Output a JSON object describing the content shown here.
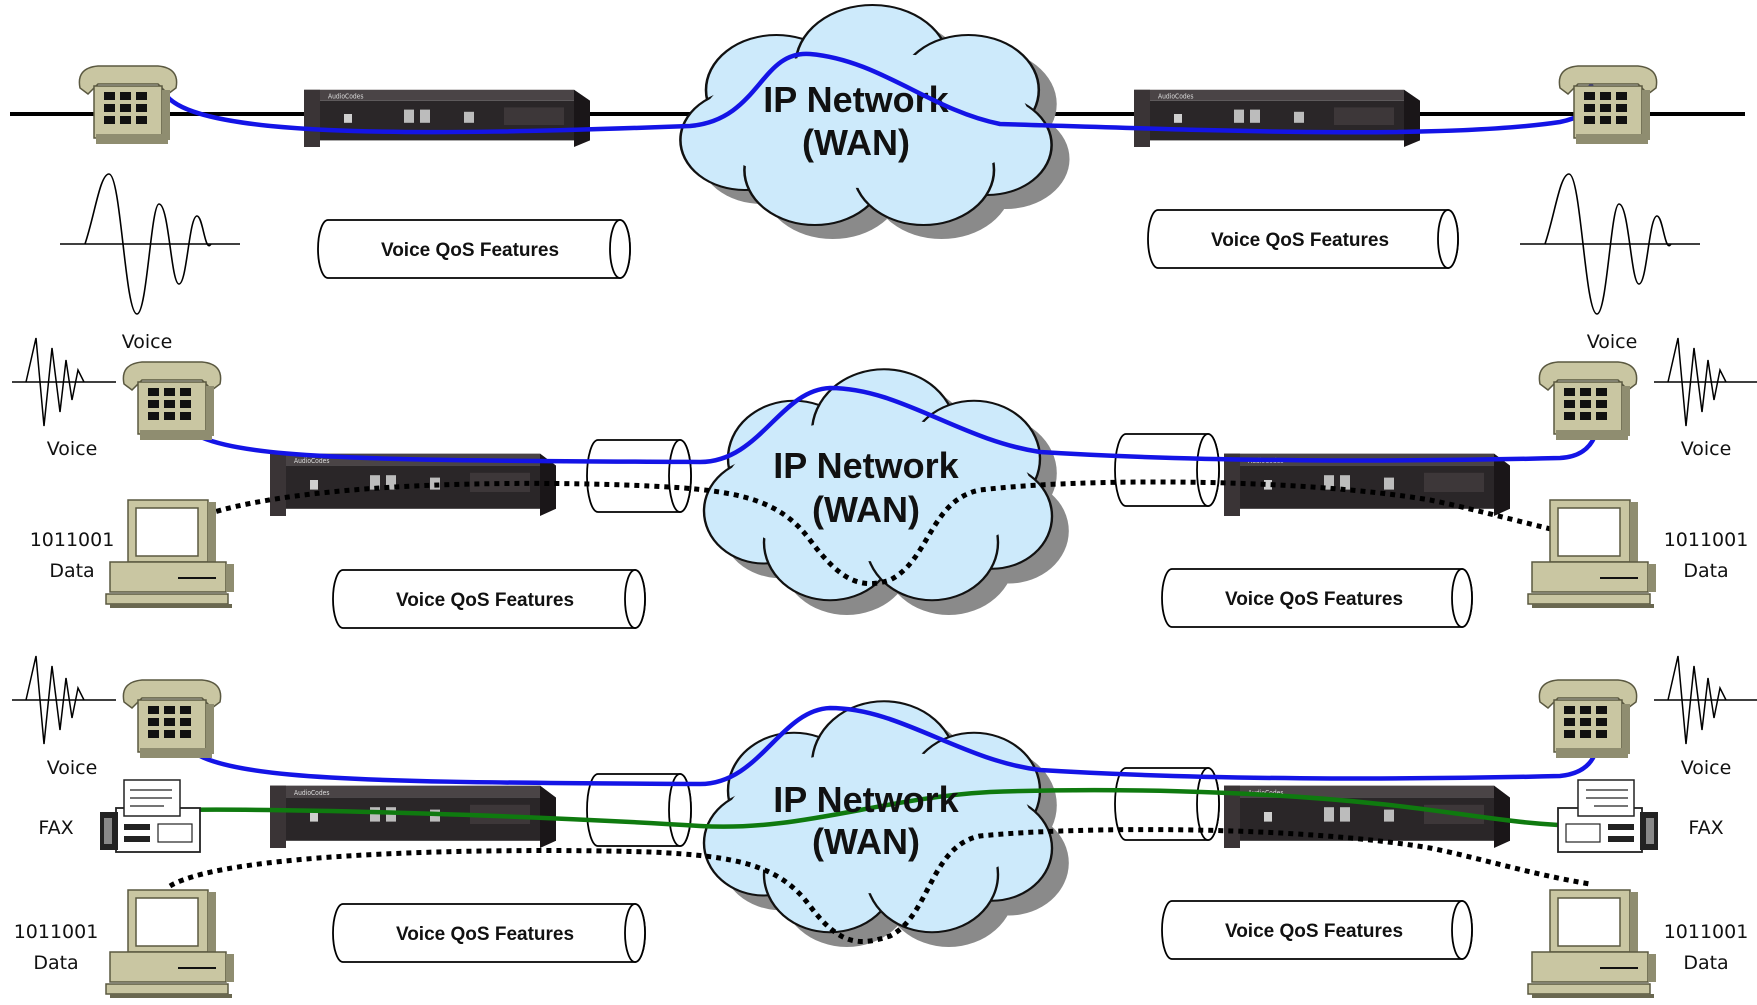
{
  "panels": [
    {
      "id": "voice-only",
      "cloud": {
        "line1": "IP Network",
        "line2": "(WAN)"
      },
      "qos_left": "Voice QoS Features",
      "qos_right": "Voice QoS Features",
      "left": {
        "voice_label": "Voice"
      },
      "right": {
        "voice_label": "Voice"
      }
    },
    {
      "id": "voice-data",
      "cloud": {
        "line1": "IP Network",
        "line2": "(WAN)"
      },
      "qos_left": "Voice QoS Features",
      "qos_right": "Voice QoS Features",
      "left": {
        "voice_label": "Voice",
        "data_bits": "1011001",
        "data_label": "Data"
      },
      "right": {
        "voice_label": "Voice",
        "data_bits": "1011001",
        "data_label": "Data"
      }
    },
    {
      "id": "voice-fax-data",
      "cloud": {
        "line1": "IP Network",
        "line2": "(WAN)"
      },
      "qos_left": "Voice QoS Features",
      "qos_right": "Voice QoS Features",
      "left": {
        "voice_label": "Voice",
        "fax_label": "FAX",
        "data_bits": "1011001",
        "data_label": "Data"
      },
      "right": {
        "voice_label": "Voice",
        "fax_label": "FAX",
        "data_bits": "1011001",
        "data_label": "Data"
      }
    }
  ],
  "colors": {
    "voice_path": "#1414e6",
    "fax_path": "#0f7a0f",
    "data_path": "#000000",
    "cloud_fill": "#cdeafb",
    "cloud_shadow": "#8a8a8a",
    "device_beige": "#c9c6a2",
    "gateway_body": "#2a2628"
  },
  "icons": [
    "telephone-icon",
    "computer-icon",
    "fax-icon",
    "voice-waveform-icon",
    "gateway-device-icon",
    "cloud-icon",
    "pipe-icon"
  ]
}
